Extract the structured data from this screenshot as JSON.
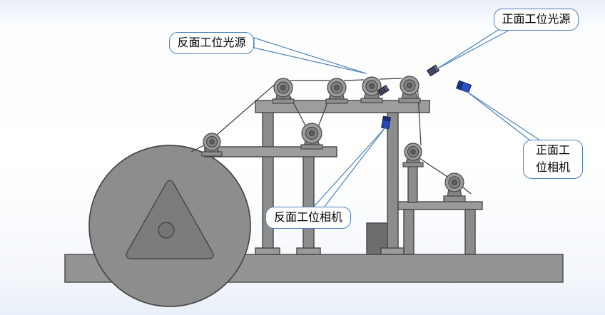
{
  "diagram": {
    "callouts": [
      {
        "id": "back-station-light",
        "label": "反面工位光源"
      },
      {
        "id": "front-station-light",
        "label": "正面工位光源"
      },
      {
        "id": "front-station-camera",
        "label": "正面工位相机",
        "lines": [
          "正面工",
          "位相机"
        ]
      },
      {
        "id": "back-station-camera",
        "label": "反面工位相机"
      }
    ],
    "colors": {
      "callout_border": "#4f81bd",
      "machine_gray": "#8f8f8f",
      "machine_dark": "#6b6b6b",
      "outline": "#474747",
      "camera_blue": "#2d50c4",
      "light_source_dark": "#3f4156",
      "film_line": "#3a3a3a",
      "background_tint": "#e9eff8"
    }
  }
}
